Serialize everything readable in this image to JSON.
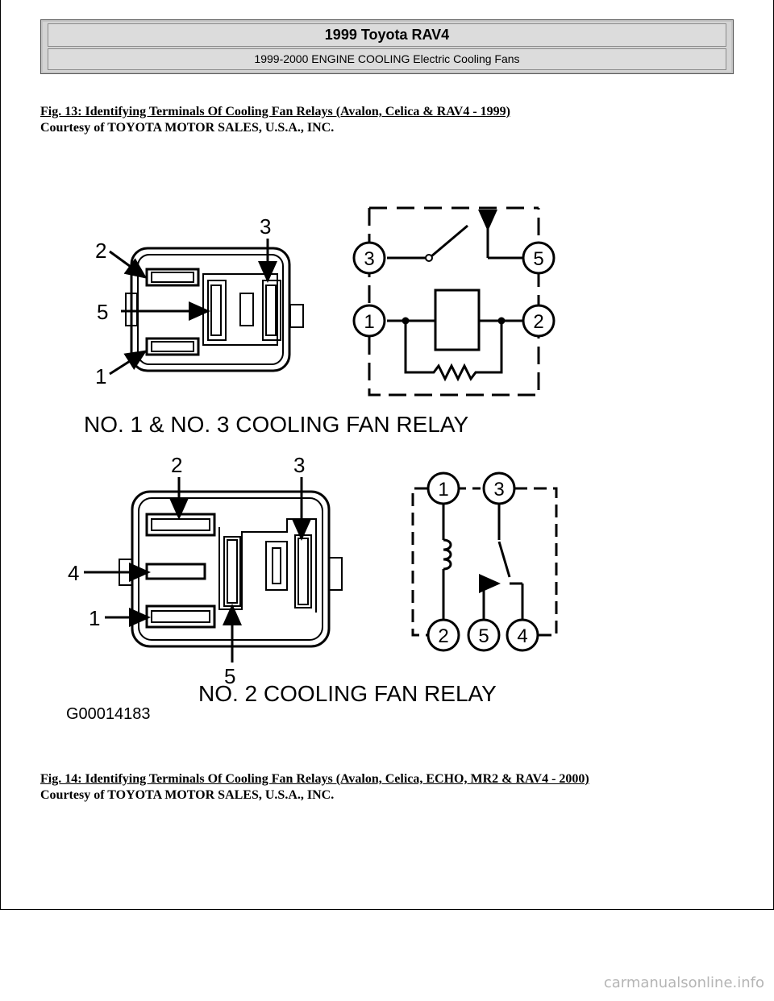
{
  "header": {
    "title": "1999 Toyota RAV4",
    "subtitle": "1999-2000 ENGINE COOLING Electric Cooling Fans"
  },
  "figure13": {
    "caption": "Fig. 13: Identifying Terminals Of Cooling Fan Relays (Avalon, Celica & RAV4 - 1999)",
    "courtesy": "Courtesy of TOYOTA MOTOR SALES, U.S.A., INC."
  },
  "diagram": {
    "relay_top_label": "NO. 1 & NO. 3 COOLING FAN RELAY",
    "relay_bottom_label": "NO. 2 COOLING FAN RELAY",
    "graphic_id": "G00014183",
    "top_connector_callouts": {
      "c2": "2",
      "c3": "3",
      "c5": "5",
      "c1": "1"
    },
    "top_schematic_terminals": {
      "t3": "3",
      "t5": "5",
      "t1": "1",
      "t2": "2"
    },
    "bottom_connector_callouts": {
      "c2": "2",
      "c3": "3",
      "c4": "4",
      "c1": "1",
      "c5": "5"
    },
    "bottom_schematic_terminals": {
      "t1": "1",
      "t3": "3",
      "t2": "2",
      "t5": "5",
      "t4": "4"
    }
  },
  "figure14": {
    "caption": "Fig. 14: Identifying Terminals Of Cooling Fan Relays (Avalon, Celica, ECHO, MR2 & RAV4 - 2000)",
    "courtesy": "Courtesy of TOYOTA MOTOR SALES, U.S.A., INC."
  },
  "watermark": "carmanualsonline.info"
}
